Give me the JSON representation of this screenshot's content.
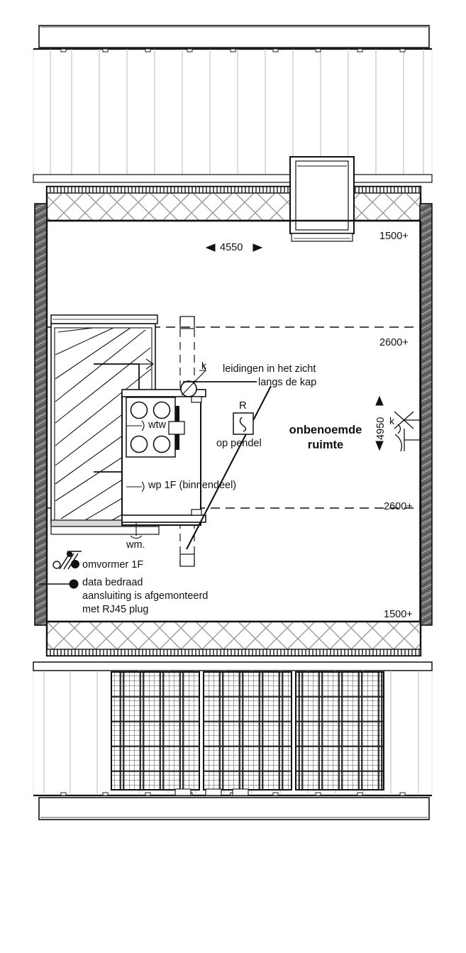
{
  "drawing": {
    "type": "architectural-floor-plan",
    "room_label": {
      "line1": "onbenoemde",
      "line2": "ruimte"
    },
    "dimensions": {
      "width_horizontal": "4550",
      "depth_vertical": "4950",
      "height_top_eave": "1500+",
      "height_upper_knee": "2600+",
      "height_lower_knee": "2600+",
      "height_bottom_eave": "1500+"
    },
    "annotations": {
      "pipes_line1": "leidingen in het zicht",
      "pipes_line2": "langs de kap",
      "radiator_symbol": "R",
      "radiator_note": "op pendel",
      "wtw": "wtw",
      "heat_pump": "wp 1F (binnendeel)",
      "washing_machine": "wm.",
      "inverter": "omvormer 1F",
      "data_line1": "data bedraad",
      "data_line2": "aansluiting is afgemonteerd",
      "data_line3": "met RJ45 plug",
      "kader_left": "k",
      "kader_right": "k"
    },
    "colors": {
      "line": "#111111",
      "wall_concrete": "#5a5a5a",
      "wall_hatch": "#9a9a9a",
      "paper": "#ffffff"
    }
  }
}
